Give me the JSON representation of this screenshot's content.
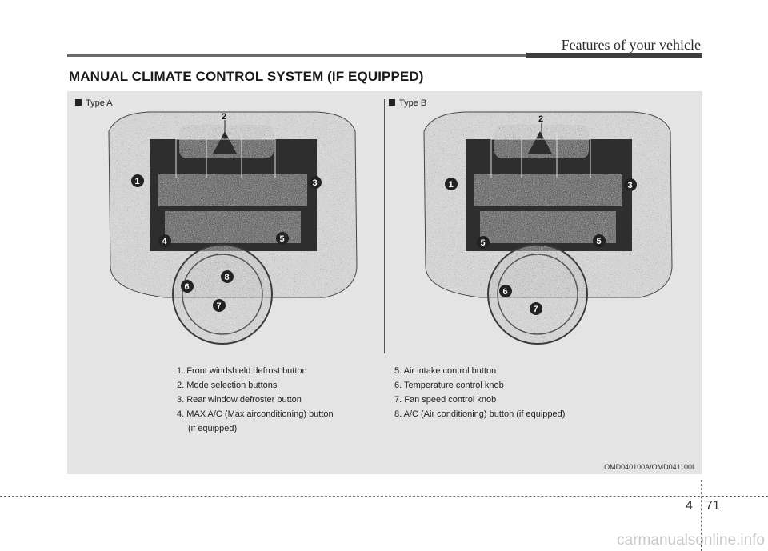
{
  "header": {
    "section_title": "Features of your vehicle"
  },
  "title": "MANUAL CLIMATE CONTROL SYSTEM (IF EQUIPPED)",
  "type_a": {
    "label": "Type A",
    "callouts": [
      "1",
      "2",
      "3",
      "4",
      "5",
      "6",
      "7",
      "8"
    ]
  },
  "type_b": {
    "label": "Type B",
    "callouts": [
      "1",
      "2",
      "3",
      "5",
      "5",
      "6",
      "7"
    ]
  },
  "legend_left": [
    "1. Front windshield defrost button",
    "2. Mode selection buttons",
    "3. Rear window defroster button",
    "4. MAX A/C (Max airconditioning) button",
    "(if equipped)"
  ],
  "legend_right": [
    "5. Air intake control button",
    "6. Temperature control knob",
    "7. Fan speed control knob",
    "8. A/C (Air conditioning) button (if equipped)"
  ],
  "ref_code": "OMD040100A/OMD041100L",
  "page": {
    "chapter": "4",
    "number": "71"
  },
  "watermark": "carmanualsonline.info",
  "colors": {
    "panel": "#e4e4e4",
    "grain": "#8a8a8a",
    "dark": "#2e2e2e"
  }
}
